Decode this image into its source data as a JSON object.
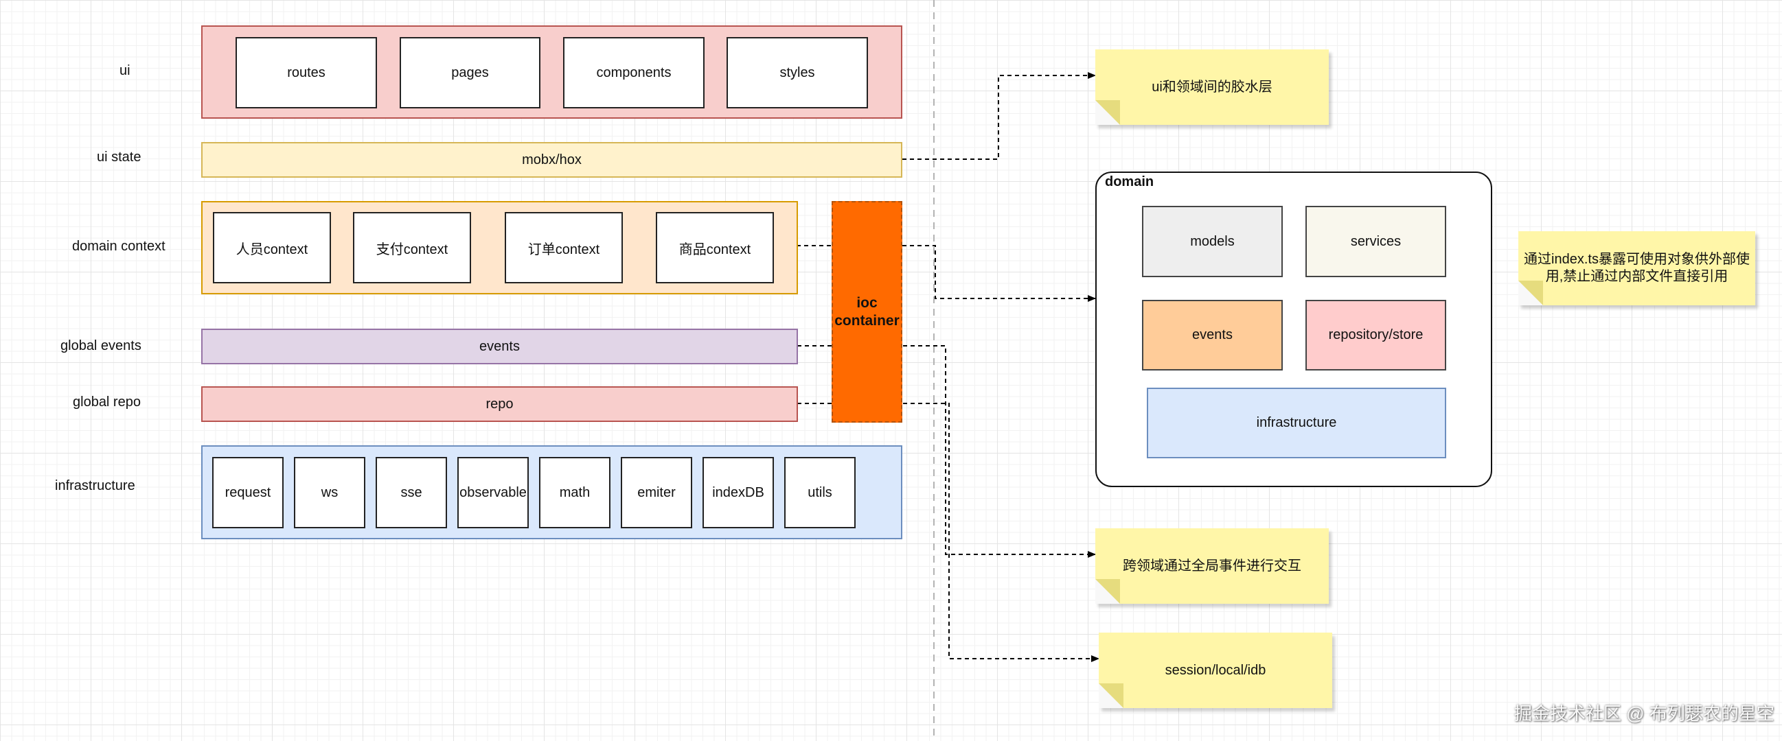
{
  "rows": {
    "ui": "ui",
    "ui_state": "ui state",
    "domain_context": "domain context",
    "global_events": "global events",
    "global_repo": "global repo",
    "infrastructure": "infrastructure"
  },
  "ui_layer": [
    "routes",
    "pages",
    "components",
    "styles"
  ],
  "ui_state_bar": "mobx/hox",
  "domain_contexts": [
    "人员context",
    "支付context",
    "订单context",
    "商品context"
  ],
  "ioc": {
    "line1": "ioc",
    "line2": "container"
  },
  "events_bar": "events",
  "repo_bar": "repo",
  "infra_items": [
    "request",
    "ws",
    "sse",
    "observable",
    "math",
    "emiter",
    "indexDB",
    "utils"
  ],
  "domain_panel": {
    "title": "domain",
    "models": "models",
    "services": "services",
    "events": "events",
    "repository": "repository/store",
    "infrastructure": "infrastructure"
  },
  "notes": {
    "glue": "ui和领域间的胶水层",
    "export": "通过index.ts暴露可使用对象供外部使用,禁止通过内部文件直接引用",
    "cross": "跨领域通过全局事件进行交互",
    "storage": "session/local/idb"
  },
  "watermark": "掘金技术社区 @ 布列瑟农的星空",
  "colors": {
    "ui_fill": "#f8cecc",
    "ui_stroke": "#b85450",
    "state_fill": "#fff2cc",
    "state_stroke": "#d6b656",
    "ctx_fill": "#ffe6cc",
    "ctx_stroke": "#d79b00",
    "events_fill": "#e1d5e7",
    "events_stroke": "#9673a6",
    "infra_fill": "#dae8fc",
    "infra_stroke": "#6c8ebf",
    "ioc_fill": "#ff6a00",
    "note_fill": "#fff6a8"
  }
}
